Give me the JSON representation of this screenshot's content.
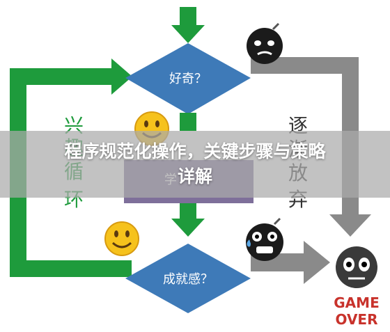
{
  "diagram": {
    "top_diamond_label": "好奇？",
    "bottom_diamond_label": "成就感？",
    "middle_box_label": "学",
    "left_loop_label": [
      "兴",
      "趣",
      "循",
      "环"
    ],
    "right_branch_label": [
      "逐",
      "渐",
      "放",
      "弃"
    ],
    "game_over_label": [
      "GAME",
      "OVER"
    ]
  },
  "overlay": {
    "title_line1": "程序规范化操作，关键步骤与策略",
    "title_line2": "详解"
  },
  "colors": {
    "green": "#1e9b3c",
    "gray": "#8a8a8a",
    "blue_diamond": "#3e7ab8",
    "purple_box": "#7e6f9a",
    "game_over_red": "#c8322b"
  }
}
